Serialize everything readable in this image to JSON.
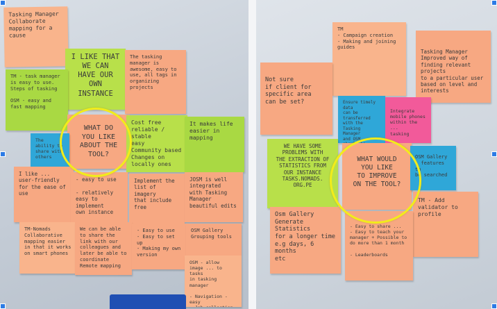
{
  "left_photo": {
    "notes": [
      {
        "id": "tasking-manager-top",
        "text": "Tasking Manager\nCollaborate mapping for a cause"
      },
      {
        "id": "like-own-instance",
        "text": "I LIKE THAT\nWE CAN\nHAVE OUR\nOWN\nINSTANCE"
      },
      {
        "id": "tasking-manager-tags",
        "text": "The tasking manager is awesome, easy to use, all tags in organizing projects"
      },
      {
        "id": "lime-left",
        "text": "TM - task manager is easy to use.\nSteps of tasking\n\nOSM - easy and fast mapping"
      },
      {
        "id": "what-do-you-like",
        "text": "WHAT DO\nYOU LIKE\nABOUT THE\nTOOL?"
      },
      {
        "id": "cost-free",
        "text": "Cost free\nreliable / stable\neasy\nCommunity based\nChanges on\nlocally ones"
      },
      {
        "id": "easy-mapping",
        "text": "It makes life\neasier in mapping"
      },
      {
        "id": "blue-left",
        "text": "The ability to share with others"
      },
      {
        "id": "user-friendly",
        "text": "I like ... user-friendly\nfor the ease of use"
      },
      {
        "id": "easy-to-use",
        "text": "- easy to use\n\n- relatively easy to implement\nown instance"
      },
      {
        "id": "implement",
        "text": "Implement the\nlist of imagery\nthat include free"
      },
      {
        "id": "josm-integrated",
        "text": "JOSM is well integrated\nwith Tasking Manager\nbeautiful edits"
      },
      {
        "id": "tm-nomads",
        "text": "TM-Nomads Collaborative\nmapping easier\nin that it works\non smart phones"
      },
      {
        "id": "share-link",
        "text": "We can be able to share the link with our colleagues and later be able to coordinate Remote mapping"
      },
      {
        "id": "easy-to-use-2",
        "text": "- Easy to use\n- Easy to set up\n- Making my own version"
      },
      {
        "id": "osm-gallery-left",
        "text": "OSM Gallery\nGrouping tools"
      },
      {
        "id": "osm-allows",
        "text": "OSM - allow\nimage ... to tasks\nin tasking manager\n\n- Navigation - easy\n- Job collection"
      }
    ]
  },
  "right_photo": {
    "notes": [
      {
        "id": "tm-list",
        "text": "TM\n- Campaign creation\n- Making and joining guides"
      },
      {
        "id": "not-sure",
        "text": "Not sure\nif client for\nspecific area\ncan be set?"
      },
      {
        "id": "tasking-manager-right",
        "text": "Tasking Manager\nImproved way of\nfinding relevant projects\nto a particular user\nbased on level and interests"
      },
      {
        "id": "blue-right-top",
        "text": "Ensure timely data\ncan be transferred\nwith the Tasking Manager\nand OSM, should be\nslightly shared to\nthe community"
      },
      {
        "id": "pink-note",
        "text": "Integrate mobile phones\nwithin the ...\ntasking"
      },
      {
        "id": "we-have-some",
        "text": "WE HAVE SOME\nPROBLEMS WITH\nTHE EXTRACTION OF\nSTATISTICS FROM\nOUR INSTANCE\nTASKS.NOMADS.\nORG.PE"
      },
      {
        "id": "what-would-you-like",
        "text": "WHAT WOULD\nYOU LIKE\nTO IMPROVE\nON THE TOOL?"
      },
      {
        "id": "osm-gallery-blue",
        "text": "OSM Gallery\n- features to\nbe searched"
      },
      {
        "id": "osm-gallery-right",
        "text": "Osm Gallery\nGenerate Statistics\nfor a longer time\ne.g days, 6 months\netc"
      },
      {
        "id": "tm-add-validator",
        "text": "TM - Add validator to profile"
      },
      {
        "id": "user-list",
        "text": "- Easy to share ...\n- Easy to teach your\nmanager + Possible to\ndo more than 1 month\n\n- Leaderboards"
      }
    ]
  }
}
